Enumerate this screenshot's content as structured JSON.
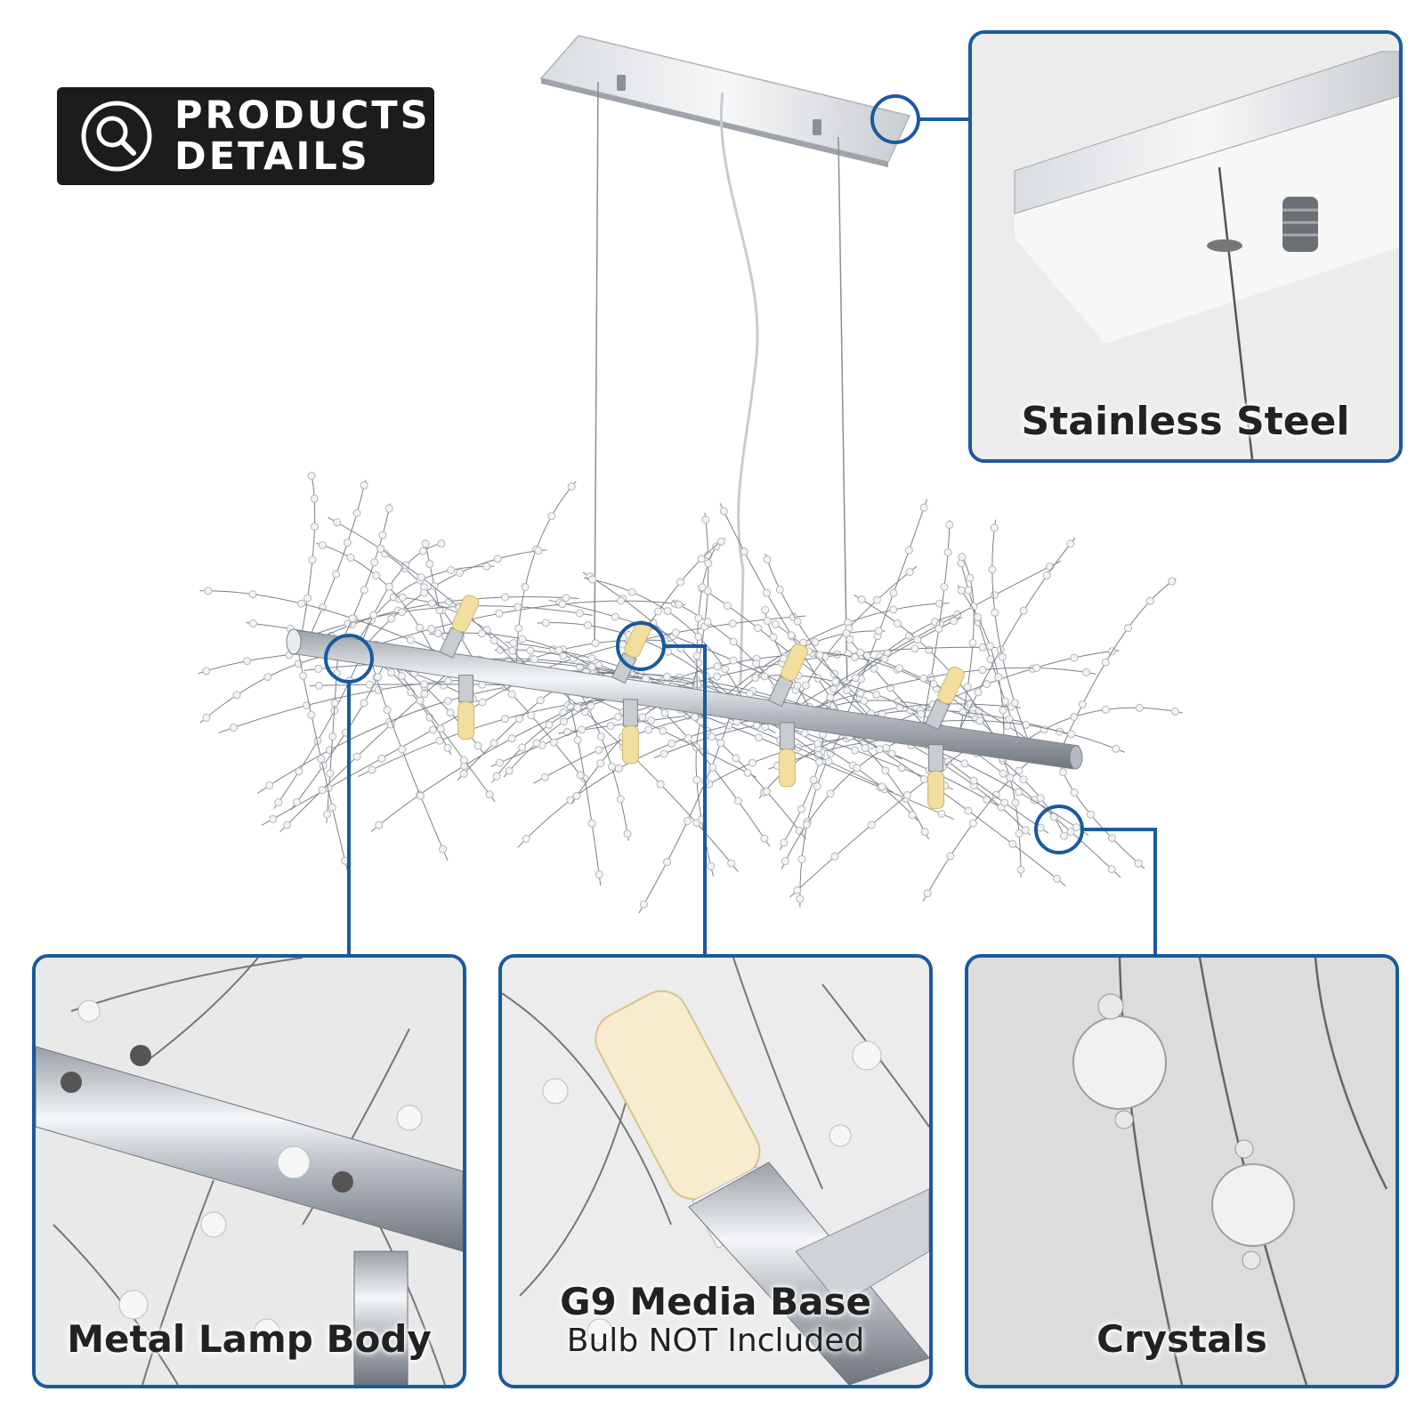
{
  "header": {
    "line1": "PRODUCTS",
    "line2": "DETAILS"
  },
  "panels": {
    "stainless_steel": {
      "label": "Stainless Steel"
    },
    "metal_body": {
      "label": "Metal Lamp Body"
    },
    "bulb_base": {
      "label": "G9 Media Base",
      "sublabel": "Bulb NOT Included"
    },
    "crystals": {
      "label": "Crystals"
    }
  },
  "colors": {
    "accent": "#1a5a9c",
    "badge": "#1c1c1c",
    "chrome": "#c8ccd2",
    "bulb": "#f2dfa0"
  },
  "icons": {
    "badge": "magnifier-icon"
  }
}
